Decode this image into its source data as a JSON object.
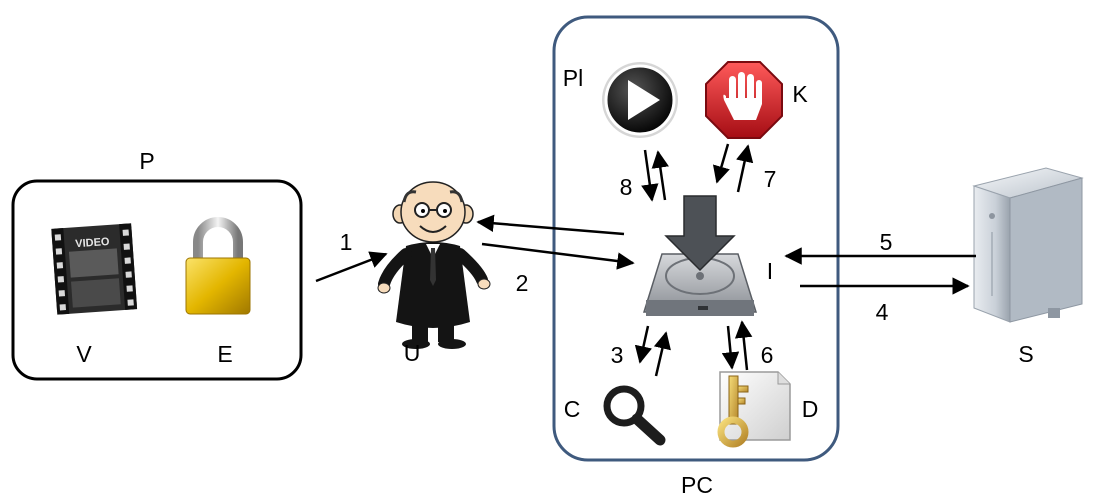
{
  "package": {
    "label": "P",
    "video_label": "V",
    "encryption_label": "E",
    "video_icon_text": "VIDEO"
  },
  "user": {
    "label": "U"
  },
  "pc": {
    "label": "PC",
    "player_label": "Pl",
    "kill_label": "K",
    "installer_label": "I",
    "checker_label": "C",
    "decryptor_label": "D"
  },
  "server": {
    "label": "S"
  },
  "steps": {
    "s1": "1",
    "s2": "2",
    "s3": "3",
    "s4": "4",
    "s5": "5",
    "s6": "6",
    "s7": "7",
    "s8": "8"
  },
  "colors": {
    "pc_border": "#3f5a7e",
    "box_border": "#000000",
    "lock_gold": "#e3b600",
    "stop_red": "#d8202a",
    "key_gold": "#d9a72e"
  },
  "icons": {
    "video": "film-strip-icon",
    "lock": "padlock-icon",
    "user": "cartoon-man-icon",
    "player": "play-button-icon",
    "kill": "stop-hand-icon",
    "installer": "install-disk-icon",
    "checker": "magnifier-icon",
    "decryptor": "key-document-icon",
    "server": "server-tower-icon"
  }
}
